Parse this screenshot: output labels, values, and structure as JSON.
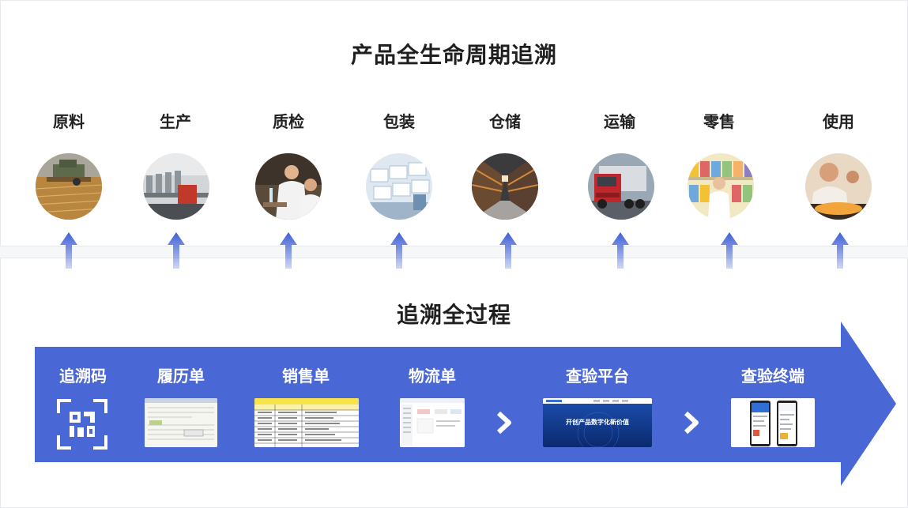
{
  "title": "产品全生命周期追溯",
  "subtitle": "追溯全过程",
  "stages": [
    {
      "label": "原料",
      "image": "wheat-harvester-photo"
    },
    {
      "label": "生产",
      "image": "factory-line-photo"
    },
    {
      "label": "质检",
      "image": "lab-inspection-photo"
    },
    {
      "label": "包装",
      "image": "packaging-photo"
    },
    {
      "label": "仓储",
      "image": "warehouse-photo"
    },
    {
      "label": "运输",
      "image": "truck-photo"
    },
    {
      "label": "零售",
      "image": "retail-shelf-photo"
    },
    {
      "label": "使用",
      "image": "consumer-photo"
    }
  ],
  "steps": [
    {
      "label": "追溯码",
      "visual": "qr-code-icon"
    },
    {
      "label": "履历单",
      "visual": "record-sheet-screenshot"
    },
    {
      "label": "销售单",
      "visual": "sales-sheet-screenshot"
    },
    {
      "label": "物流单",
      "visual": "logistics-screenshot"
    },
    {
      "label": "查验平台",
      "visual": "platform-screenshot",
      "caption": "开创产品数字化新价值"
    },
    {
      "label": "查验终端",
      "visual": "mobile-terminal-screenshot"
    }
  ],
  "colors": {
    "accent": "#4a67d6",
    "arrow": "#3f5fd6",
    "text": "#1f1f1f",
    "label_on_band": "#ffffff"
  }
}
